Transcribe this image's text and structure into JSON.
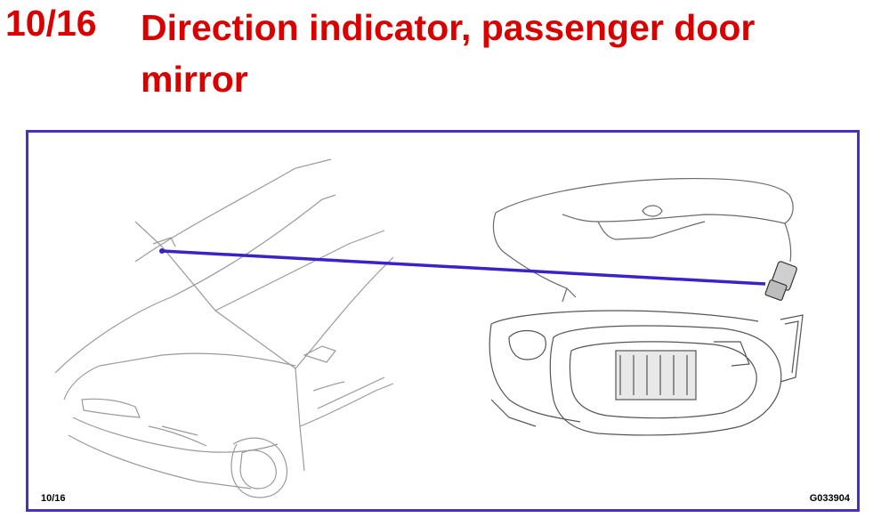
{
  "title": {
    "number": "10/16",
    "text": "Direction indicator,  passenger door mirror"
  },
  "figure": {
    "ref_left": "10/16",
    "ref_right": "G033904"
  },
  "colors": {
    "title": "#d90000",
    "frame": "#4a2dc4",
    "pointer": "#3a22c8",
    "linework": "#8a8a8a"
  }
}
